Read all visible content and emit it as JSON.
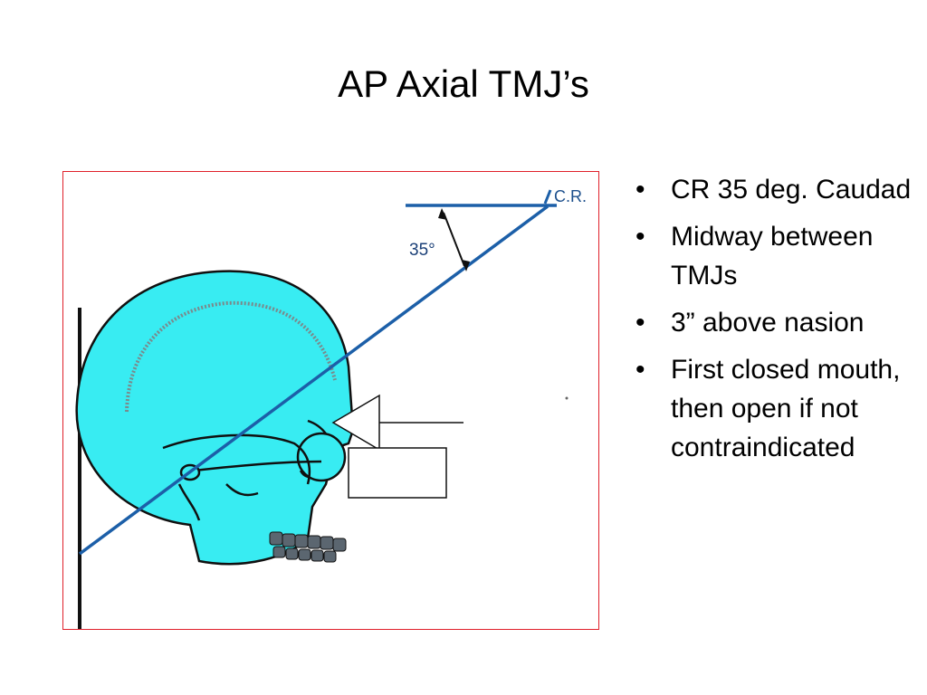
{
  "slide": {
    "title": "AP Axial TMJ’s"
  },
  "figure": {
    "cr_label": "C.R.",
    "angle_label": "35°",
    "colors": {
      "skull": "#38ecf2",
      "outline": "#101010",
      "beam": "#1c5fa8",
      "border": "#e0202a"
    }
  },
  "bullets": [
    {
      "text": "CR 35 deg. Caudad"
    },
    {
      "text": "Midway between TMJs"
    },
    {
      "text": "3” above nasion"
    },
    {
      "text": "First closed mouth, then open if not contraindicated"
    }
  ]
}
